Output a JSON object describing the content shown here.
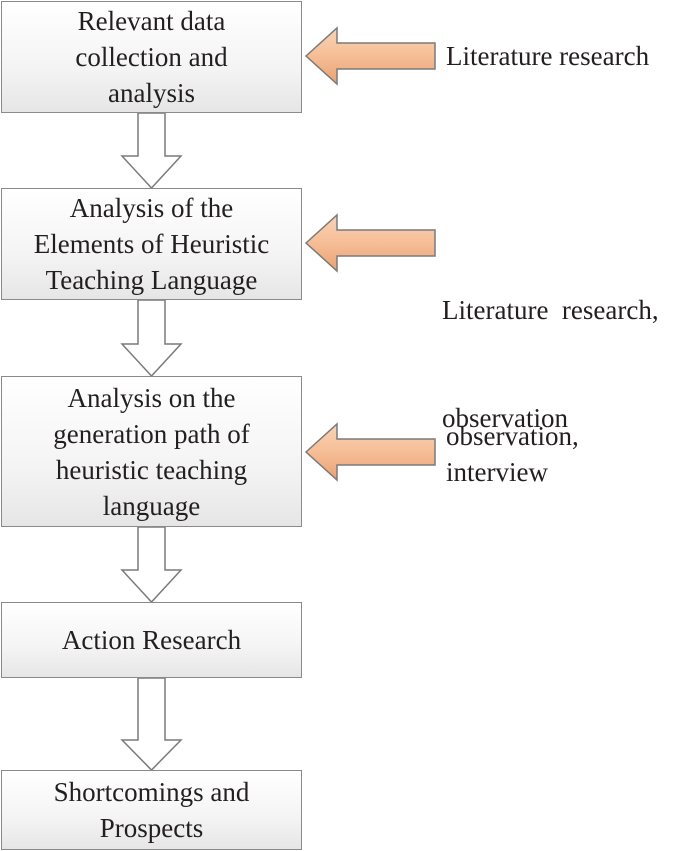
{
  "steps": [
    {
      "lines": [
        "Relevant data",
        "collection and",
        "analysis"
      ]
    },
    {
      "lines": [
        "Analysis of the",
        "Elements of Heuristic",
        "Teaching Language"
      ]
    },
    {
      "lines": [
        "Analysis on the",
        "generation path of",
        "heuristic teaching",
        "language"
      ]
    },
    {
      "lines": [
        "Action Research"
      ]
    },
    {
      "lines": [
        "Shortcomings and",
        "Prospects"
      ]
    }
  ],
  "methods": [
    {
      "lines": [
        "Literature research"
      ]
    },
    {
      "lines": [
        "Literature  research,",
        "observation"
      ]
    },
    {
      "lines": [
        "observation,",
        "interview"
      ]
    }
  ],
  "colors": {
    "side_arrow_fill": "#f6be96",
    "side_arrow_stroke": "#7a7a7a",
    "down_arrow_stroke": "#7a7a7a",
    "box_border": "#8a8a8a"
  }
}
